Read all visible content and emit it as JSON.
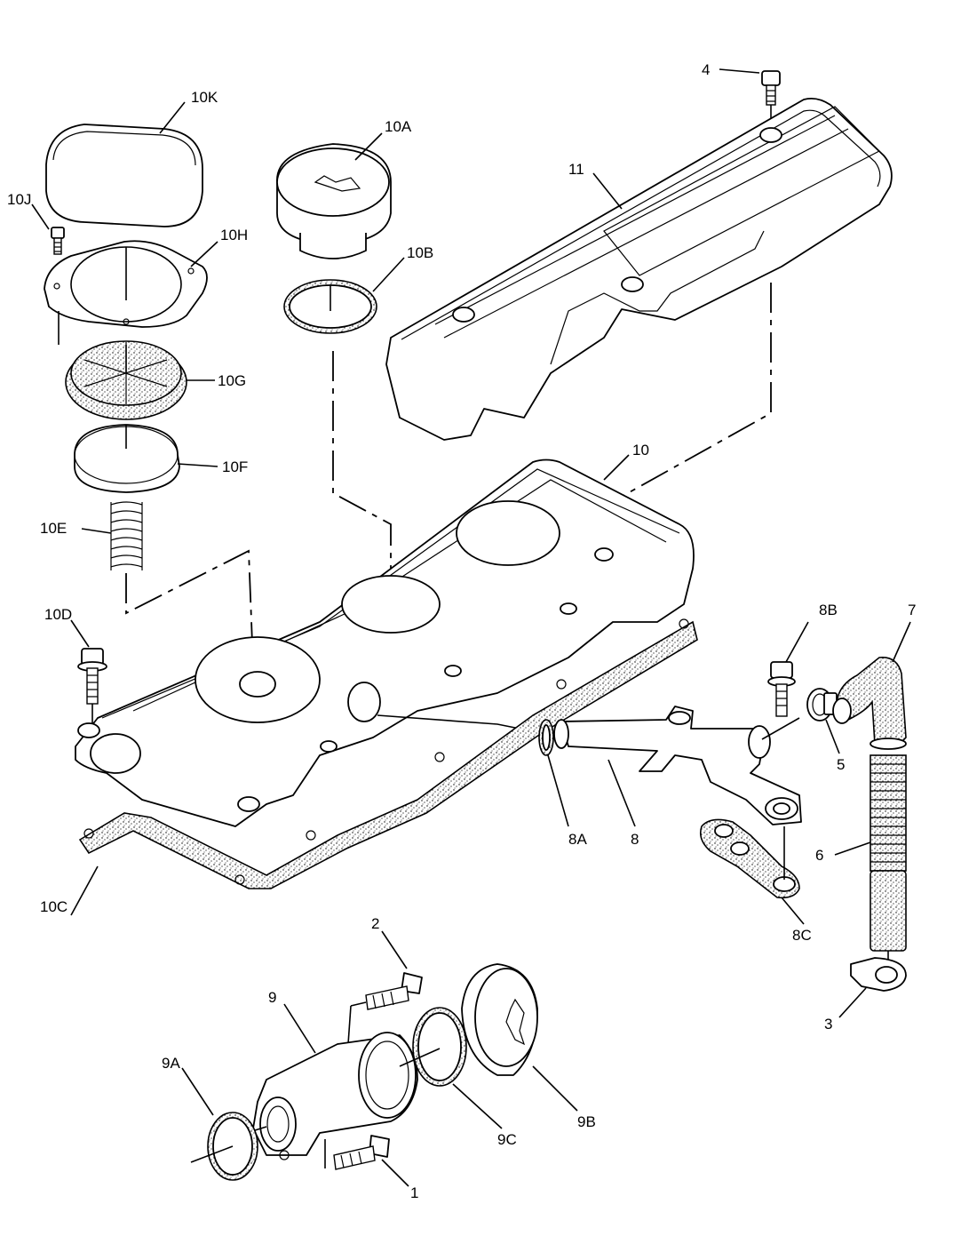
{
  "callouts": [
    "10K",
    "10J",
    "10H",
    "10G",
    "10F",
    "10E",
    "10D",
    "10A",
    "10B",
    "4",
    "11",
    "10",
    "8B",
    "7",
    "5",
    "8A",
    "8",
    "8C",
    "6",
    "10C",
    "2",
    "9",
    "9A",
    "9C",
    "9B",
    "3",
    "1"
  ]
}
